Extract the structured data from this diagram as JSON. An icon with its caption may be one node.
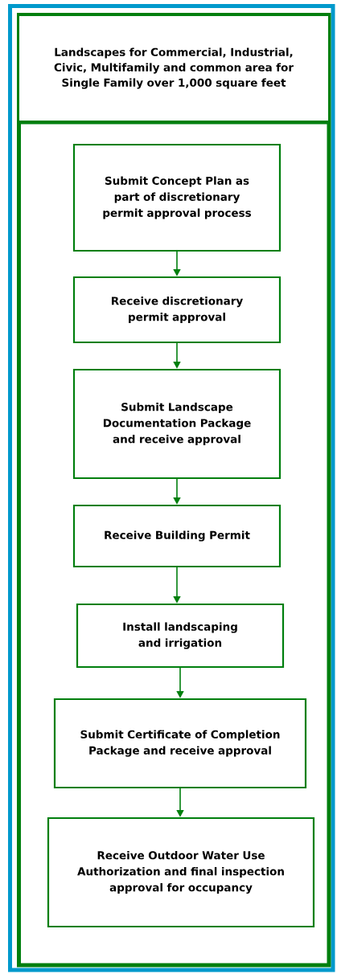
{
  "diagram": {
    "nodes": [
      {
        "text": [
          "Landscapes for Commercial, Industrial, Civic, Multifamily and common area for Single Family over 1,000 square feet"
        ]
      },
      {
        "text": [
          "Submit Concept Plan as part of discretionary permit approval process"
        ]
      },
      {
        "text": [
          "Receive discretionary permit approval"
        ]
      },
      {
        "text": [
          "Submit Landscape Documentation Package and receive approval"
        ]
      },
      {
        "text": [
          "Receive Building Permit"
        ]
      },
      {
        "text": [
          "Install landscaping and irrigation"
        ]
      },
      {
        "text": [
          "Submit Certificate of Completion Package and receive approval"
        ]
      },
      {
        "text": [
          "Receive Outdoor Water Use Authorization and final inspection approval for occupancy"
        ]
      }
    ],
    "edges": [
      {
        "from": 1,
        "to": 2,
        "arrow": "to"
      },
      {
        "from": 2,
        "to": 3,
        "arrow": "to"
      },
      {
        "from": 3,
        "to": 4,
        "arrow": "to"
      },
      {
        "from": 4,
        "to": 5,
        "arrow": "to"
      },
      {
        "from": 5,
        "to": 6,
        "arrow": "to"
      },
      {
        "from": 6,
        "to": 7,
        "arrow": "to"
      }
    ]
  }
}
